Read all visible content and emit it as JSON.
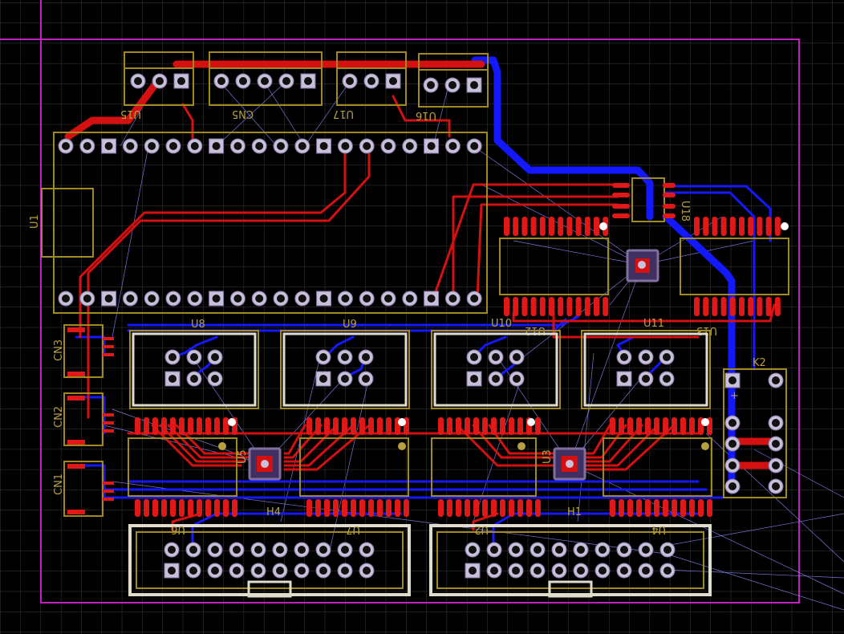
{
  "board": {
    "colors": {
      "background": "#000000",
      "grid": "#3a3a3a",
      "board_outline": "#c020c0",
      "top_copper": "#d41010",
      "bottom_copper": "#1418ff",
      "silkscreen": "#b8a040",
      "ratsnest": "#8a8aff"
    }
  },
  "labels": {
    "u1": "U1",
    "u15": "U15",
    "cn5": "CN5",
    "u17": "U17",
    "u16": "U16",
    "u18": "U18",
    "u8": "U8",
    "u9": "U9",
    "u10": "U10",
    "u12": "U12",
    "u11": "U11",
    "u13": "U13",
    "k2": "K2",
    "cn3": "CN3",
    "cn2": "CN2",
    "cn1": "CN1",
    "u5": "U5",
    "u3": "U3",
    "h4": "H4",
    "h1": "H1",
    "u6": "U6",
    "u7": "U7",
    "u2": "U2",
    "u4": "U4",
    "plus": "+"
  }
}
